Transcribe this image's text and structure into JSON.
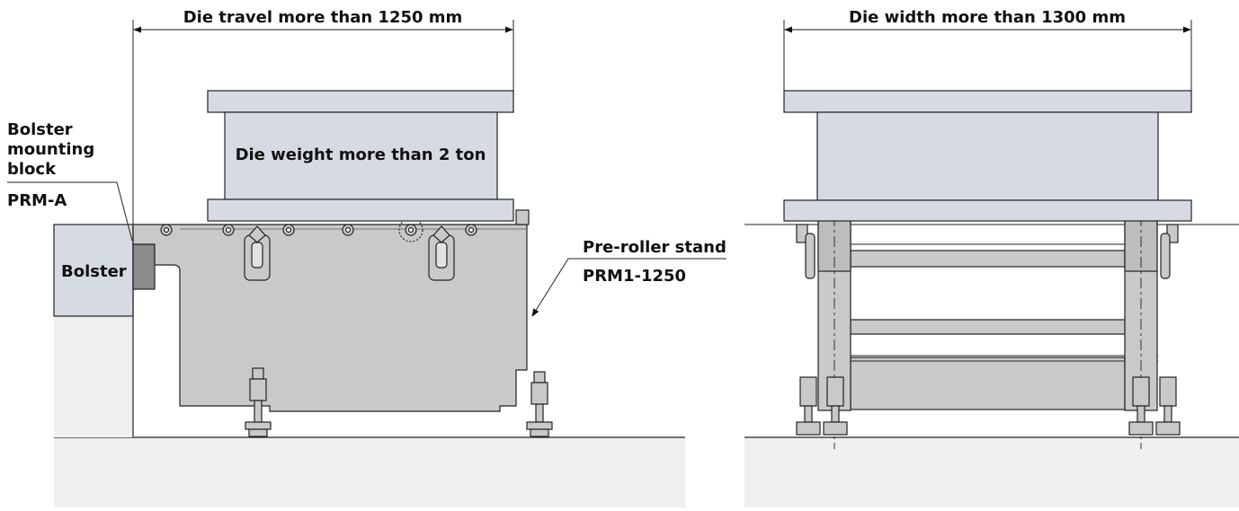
{
  "left_view": {
    "travel_dimension": "Die travel  more than 1250 mm",
    "die_weight": "Die weight more than 2 ton",
    "bolster": "Bolster",
    "mounting_block_lines": [
      "Bolster",
      "mounting",
      "block"
    ],
    "mounting_block_model": "PRM-A",
    "stand_name": "Pre-roller stand",
    "stand_model": "PRM1-1250"
  },
  "right_view": {
    "width_dimension": "Die width  more than 1300 mm"
  },
  "colors": {
    "die_fill": "#d6dbe3",
    "stand_fill": "#c9c9c9",
    "floor_fill": "#efefef",
    "block_fill": "#8c8c8c"
  }
}
